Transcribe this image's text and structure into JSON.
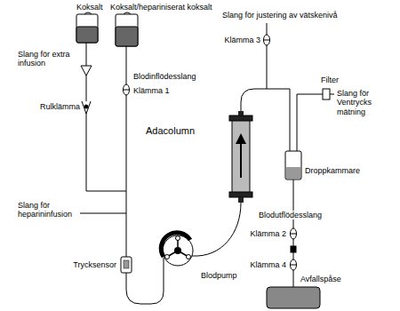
{
  "diagram": {
    "labels": [
      "Koksalt",
      "Koksalt/hepariniserat koksalt",
      "Slang för extra infusion",
      "Rulklämma",
      "Blodinflödesslang",
      "Klämma 1",
      "Adacolumn",
      "Slang för heparininfusion",
      "Trycksensor",
      "Blodpump",
      "Slang för justering av vätskenivå",
      "Klämma 3",
      "Filter",
      "Slang för Ventrycks mätning",
      "Droppkammare",
      "Blodutflödesslang",
      "Klämma 2",
      "Klämma 4",
      "Avfallspåse"
    ]
  }
}
